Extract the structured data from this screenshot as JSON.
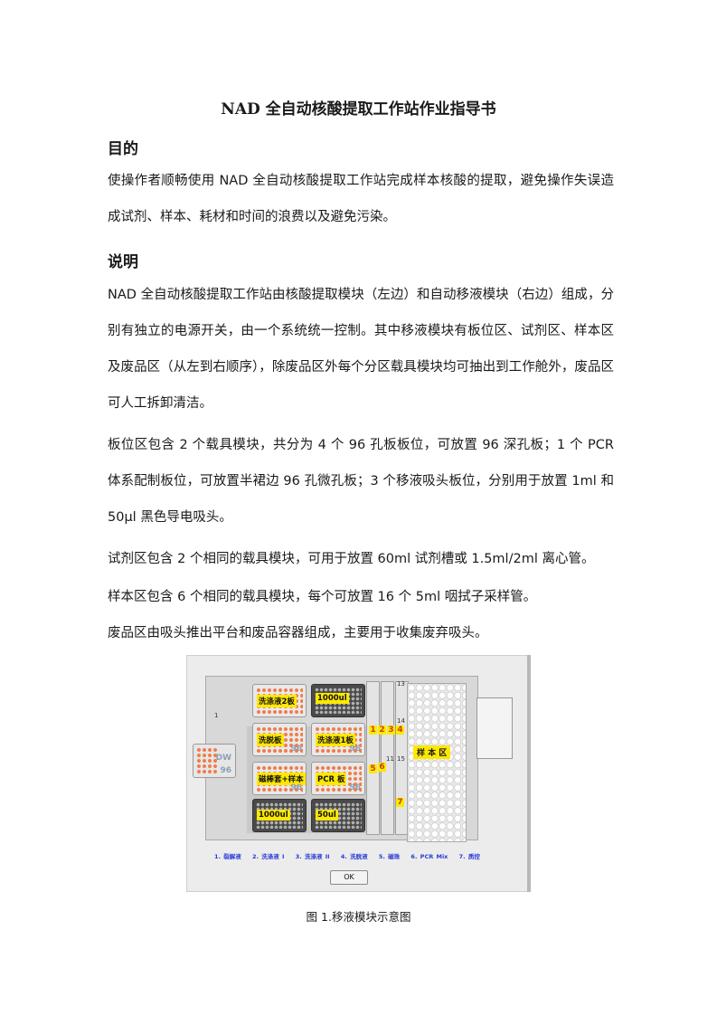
{
  "title": "NAD 全自动核酸提取工作站作业指导书",
  "sections": [
    {
      "heading": "目的",
      "paragraphs": [
        "使操作者顺畅使用 NAD 全自动核酸提取工作站完成样本核酸的提取，避免操作失误造成试剂、样本、耗材和时间的浪费以及避免污染。"
      ]
    },
    {
      "heading": "说明",
      "paragraphs": [
        "NAD 全自动核酸提取工作站由核酸提取模块（左边）和自动移液模块（右边）组成，分别有独立的电源开关，由一个系统统一控制。其中移液模块有板位区、试剂区、样本区及废品区（从左到右顺序），除废品区外每个分区载具模块均可抽出到工作舱外，废品区可人工拆卸清洁。",
        "板位区包含 2 个载具模块，共分为 4 个 96 孔板板位，可放置 96 深孔板；1 个 PCR 体系配制板位，可放置半裙边 96 孔微孔板；3 个移液吸头板位，分别用于放置 1ml 和 50μl 黑色导电吸头。",
        "试剂区包含 2 个相同的载具模块，可用于放置 60ml 试剂槽或 1.5ml/2ml 离心管。",
        "样本区包含 6 个相同的载具模块，每个可放置 16 个 5ml 咽拭子采样管。",
        "废品区由吸头推出平台和废品容器组成，主要用于收集废弃吸头。"
      ]
    }
  ],
  "figure": {
    "plates": [
      "洗涤液2板",
      "1000ul",
      "洗脱板",
      "洗涤液1板",
      "磁棒套+样本",
      "PCR 板",
      "1000ul",
      "50ul"
    ],
    "plate_number": "96",
    "side_plate_label": "DW",
    "deck_number": "1",
    "reagent_numbers": [
      "1",
      "2",
      "3",
      "4",
      "5",
      "6",
      "7"
    ],
    "slot_numbers": [
      "13",
      "14",
      "11",
      "15"
    ],
    "sample_area_label": "样 本 区",
    "legend": [
      "1. 裂解液",
      "2. 洗涤液 I",
      "3. 洗涤液 II",
      "4. 洗脱液",
      "5. 磁珠",
      "6. PCR Mix",
      "7. 质控"
    ],
    "ok_button": "OK",
    "caption": "图 1.移液模块示意图"
  }
}
